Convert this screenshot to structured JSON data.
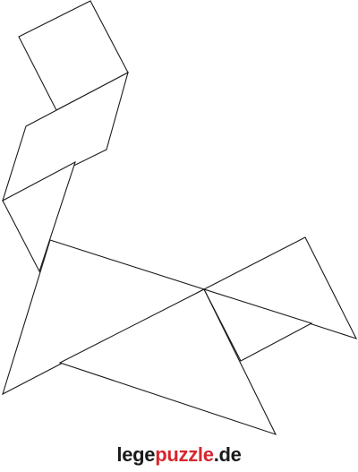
{
  "figure": {
    "pieces": [
      {
        "name": "square"
      },
      {
        "name": "parallelogram"
      },
      {
        "name": "medium-triangle"
      },
      {
        "name": "large-triangle-body"
      },
      {
        "name": "large-triangle-bottom"
      },
      {
        "name": "small-triangle-tail"
      },
      {
        "name": "small-triangle-middle"
      }
    ]
  },
  "logo": {
    "part_1": "lege",
    "part_2": "puzzle",
    "part_3": ".de",
    "colors": {
      "dark": "#1a1a1a",
      "accent": "#d7262e"
    }
  }
}
